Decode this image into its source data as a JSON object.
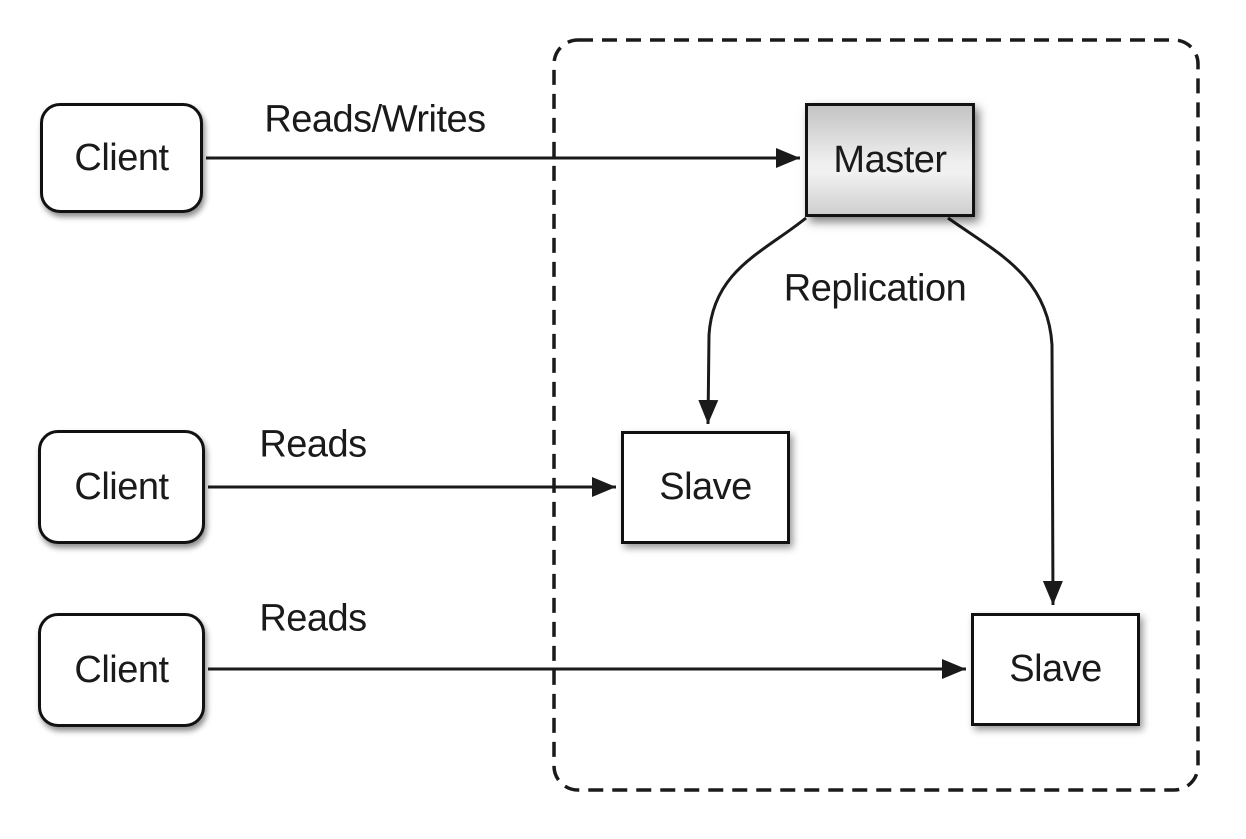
{
  "diagram": {
    "nodes": {
      "client_top": {
        "label": "Client"
      },
      "client_middle": {
        "label": "Client"
      },
      "client_bottom": {
        "label": "Client"
      },
      "master": {
        "label": "Master"
      },
      "slave_left": {
        "label": "Slave"
      },
      "slave_right": {
        "label": "Slave"
      }
    },
    "edge_labels": {
      "reads_writes": "Reads/Writes",
      "reads_middle": "Reads",
      "reads_bottom": "Reads",
      "replication": "Replication"
    },
    "colors": {
      "line": "#1a1a1a",
      "node_border": "#111111",
      "node_fill": "#ffffff",
      "master_gradient_top": "#c3c3c3",
      "master_gradient_middle": "#efefef",
      "master_gradient_bottom": "#cfcfcf",
      "background": "#ffffff"
    }
  }
}
